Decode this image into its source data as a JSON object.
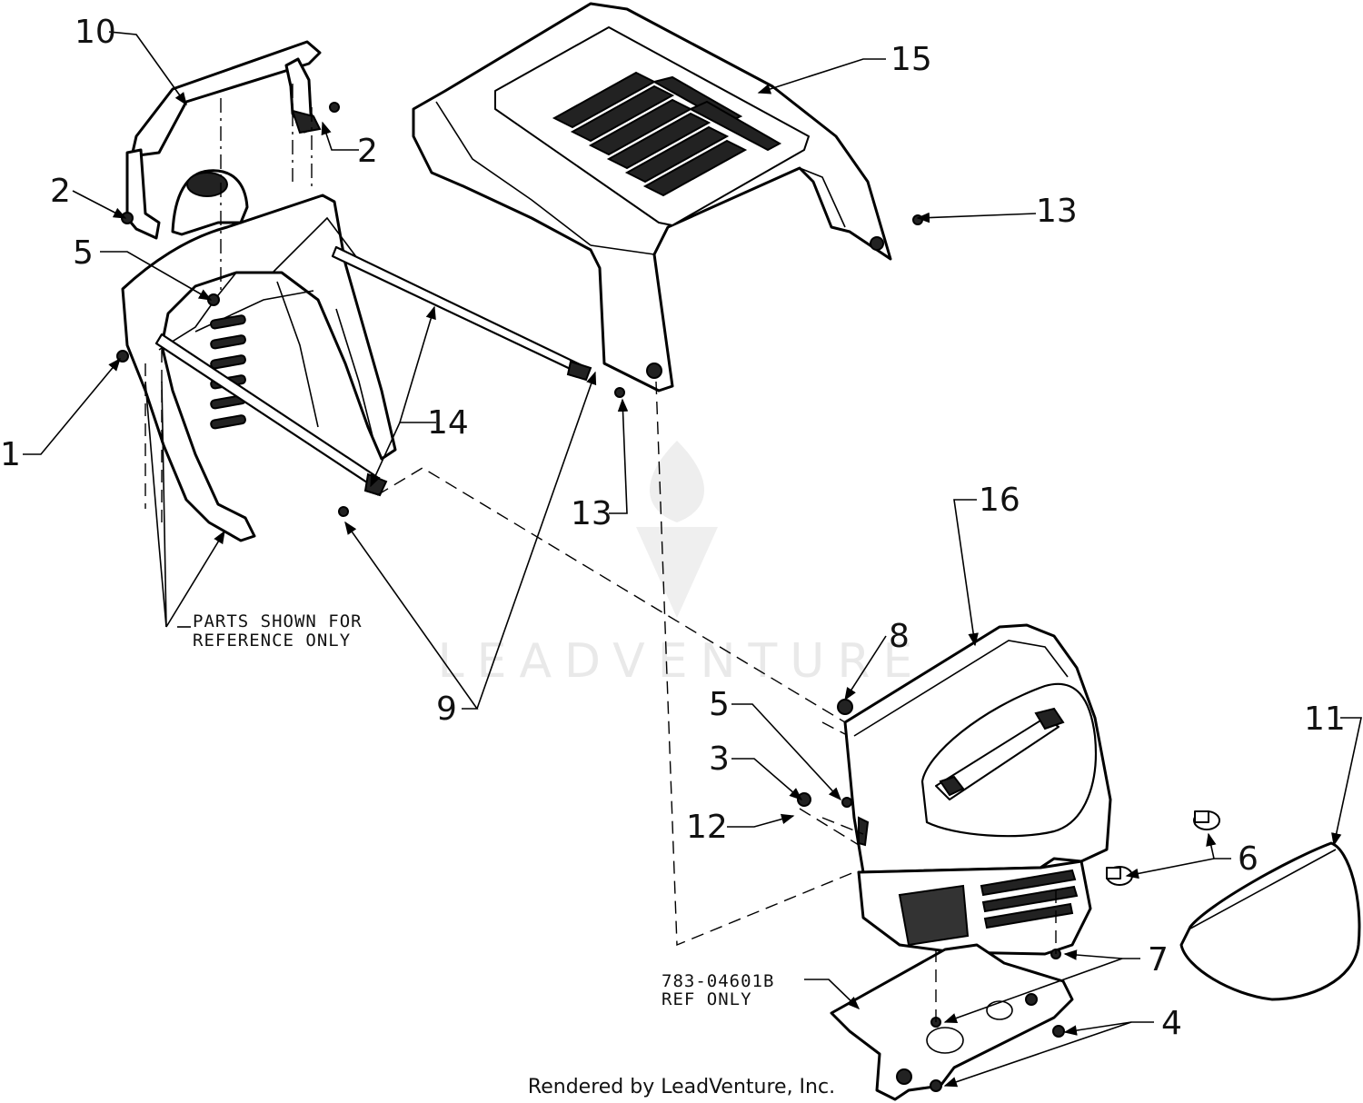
{
  "labels": {
    "l1": "1",
    "l2a": "2",
    "l2b": "2",
    "l3": "3",
    "l4": "4",
    "l5a": "5",
    "l5b": "5",
    "l6": "6",
    "l7": "7",
    "l8": "8",
    "l9": "9",
    "l10": "10",
    "l11": "11",
    "l12": "12",
    "l13a": "13",
    "l13b": "13",
    "l14": "14",
    "l15": "15",
    "l16": "16"
  },
  "notes": {
    "reference_line1": "PARTS SHOWN FOR",
    "reference_line2": "REFERENCE ONLY",
    "ref_part_line1": "783-04601B",
    "ref_part_line2": "REF ONLY"
  },
  "watermark": "LEADVENTURE",
  "credit": "Rendered by LeadVenture, Inc."
}
